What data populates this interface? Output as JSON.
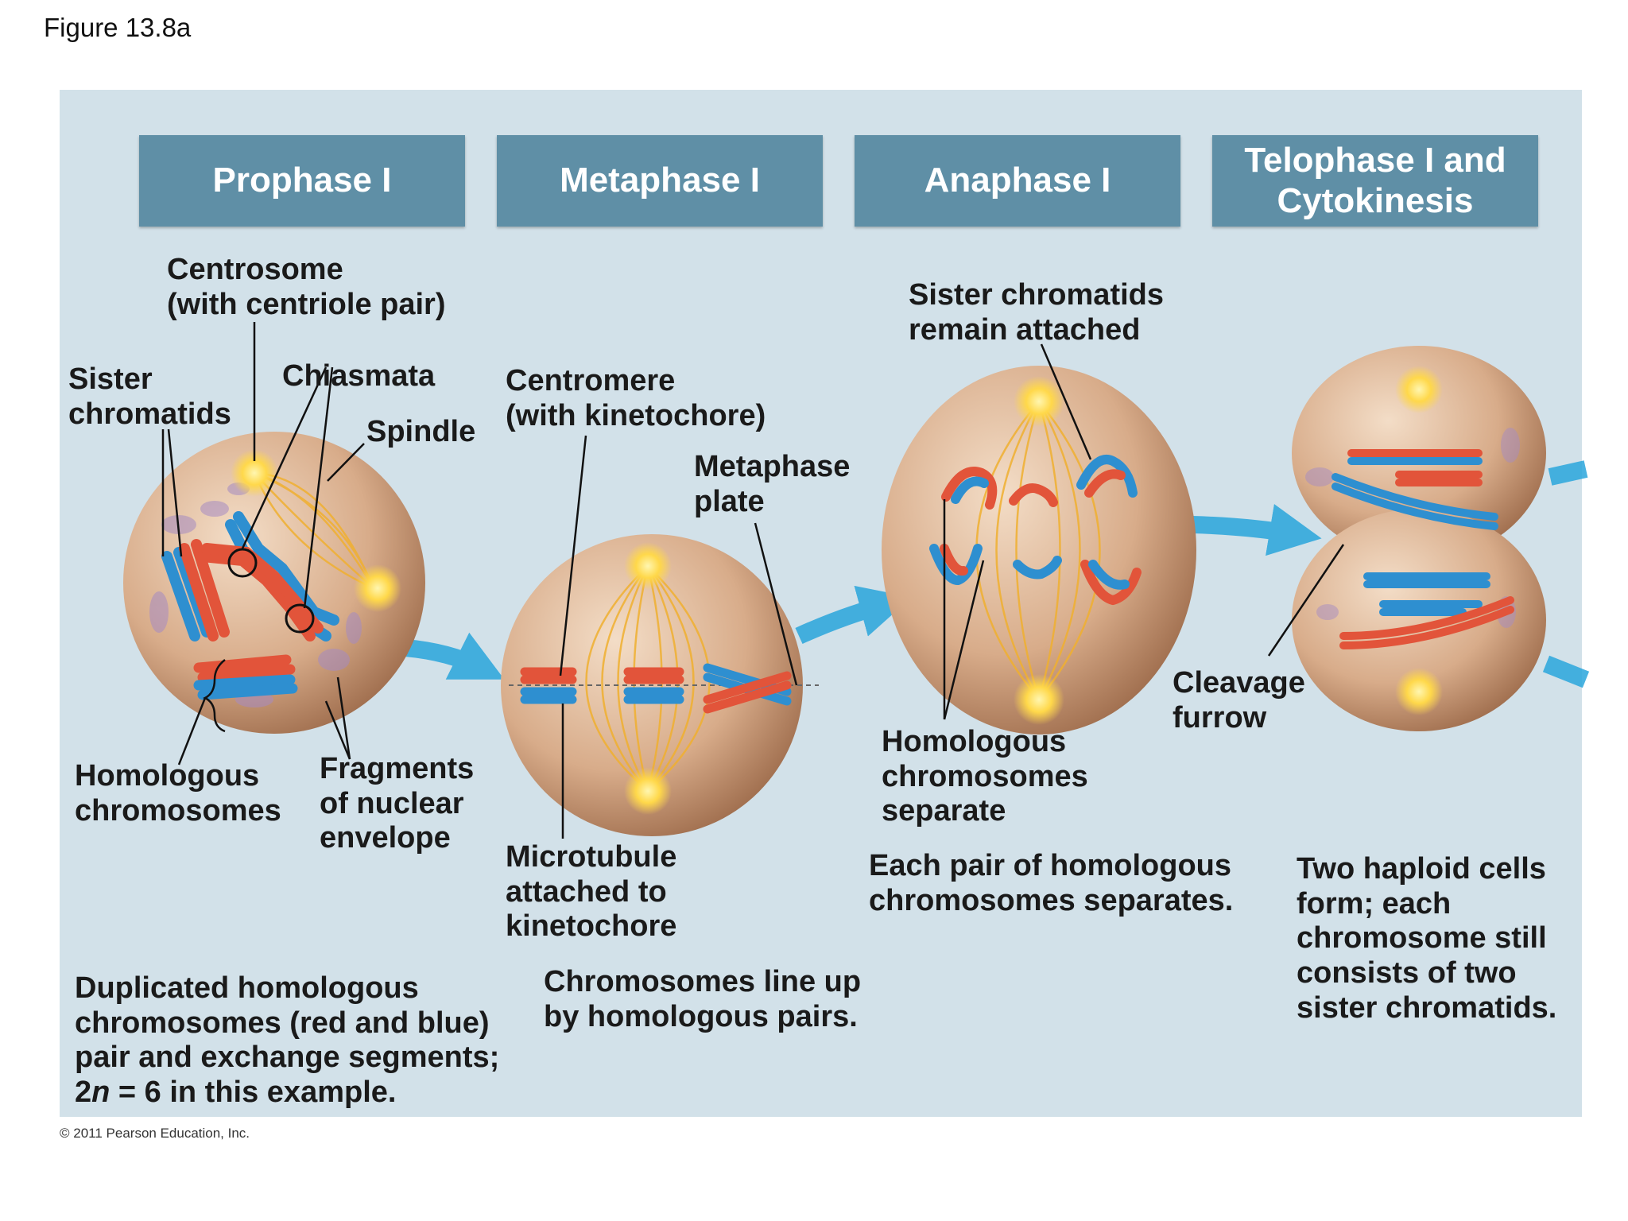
{
  "figure_label": "Figure 13.8a",
  "copyright": "© 2011 Pearson Education, Inc.",
  "colors": {
    "panel_bg": "#d2e1e9",
    "header_bg": "#5f8fa6",
    "chromosome_red": "#e2543a",
    "chromosome_blue": "#2e8fd0",
    "cell_tan": "#c99a78",
    "spindle_yellow": "#f0b030",
    "arrow_blue": "#2aa6dc"
  },
  "phases": [
    {
      "title": "Prophase I"
    },
    {
      "title": "Metaphase I"
    },
    {
      "title": "Anaphase I"
    },
    {
      "title": "Telophase I and\nCytokinesis"
    }
  ],
  "labels": {
    "centrosome": "Centrosome\n(with centriole pair)",
    "sister_chromatids": "Sister\nchromatids",
    "chiasmata": "Chiasmata",
    "spindle": "Spindle",
    "homologous_chromosomes": "Homologous\nchromosomes",
    "fragments_nuclear_envelope": "Fragments\nof nuclear\nenvelope",
    "centromere": "Centromere\n(with kinetochore)",
    "metaphase_plate": "Metaphase\nplate",
    "microtubule": "Microtubule\nattached to\nkinetochore",
    "sister_chromatids_attached": "Sister chromatids\nremain attached",
    "homologous_separate": "Homologous\nchromosomes\nseparate",
    "cleavage_furrow": "Cleavage\nfurrow"
  },
  "descriptions": {
    "prophase_main": "Duplicated homologous chromosomes (red and blue) pair and exchange segments;",
    "prophase_n_prefix": "2",
    "prophase_n_var": "n",
    "prophase_n_suffix": " = 6 in this example.",
    "metaphase": "Chromosomes line up by homologous pairs.",
    "anaphase": "Each pair of homologous chromosomes separates.",
    "telophase": "Two haploid cells form; each chromosome still consists of two sister chromatids."
  }
}
